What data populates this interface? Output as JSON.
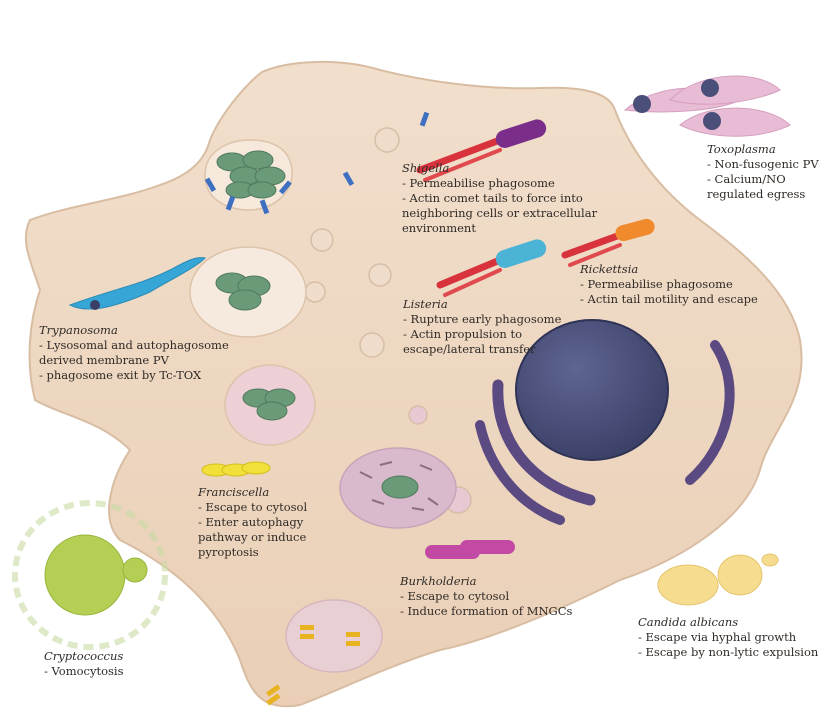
{
  "organisms": {
    "shigella": {
      "name": "Shigella",
      "lines": [
        "- Permeabilise phagosome",
        "- Actin comet tails to force into",
        "neighboring cells or extracellular",
        "environment"
      ]
    },
    "toxoplasma": {
      "name": "Toxoplasma",
      "lines": [
        "- Non-fusogenic PV",
        "- Calcium/NO",
        "regulated egress"
      ]
    },
    "rickettsia": {
      "name": "Rickettsia",
      "lines": [
        "- Permeabilise phagosome",
        "- Actin tail motility and escape"
      ]
    },
    "listeria": {
      "name": "Listeria",
      "lines": [
        "- Rupture early phagosome",
        "- Actin propulsion to",
        "escape/lateral transfer"
      ]
    },
    "trypanosoma": {
      "name": "Trypanosoma",
      "lines": [
        "- Lysosomal and autophagosome",
        "derived membrane PV",
        "- phagosome exit by Tc-TOX"
      ]
    },
    "francisella": {
      "name": "Franciscella",
      "lines": [
        "- Escape to cytosol",
        "- Enter autophagy",
        "pathway or induce",
        "pyroptosis"
      ]
    },
    "burkholderia": {
      "name": "Burkholderia",
      "lines": [
        "- Escape to cytosol",
        "- Induce formation of MNGCs"
      ]
    },
    "candida": {
      "name": "Candida albicans",
      "lines": [
        "- Escape via hyphal growth",
        "- Escape by non-lytic expulsion"
      ]
    },
    "cryptococcus": {
      "name": "Cryptococcus",
      "lines": [
        "- Vomocytosis"
      ]
    }
  },
  "colors": {
    "cell": "#eed9c4",
    "cell_edge": "#d2b59a",
    "nucleus": "#4a4f7a",
    "er": "#5b4a82",
    "bacteria_green": "#6b9a78",
    "shigella": "#7a2e8a",
    "listeria": "#4bb3d6",
    "rickettsia": "#f08a2c",
    "actin": "#d8333d",
    "toxoplasma": "#e9bcd6",
    "trypanosoma": "#36a6d6",
    "francisella": "#f2e03a",
    "burkholderia": "#c24aa5",
    "candida": "#f6dc8e",
    "cryptococcus": "#b5cf55",
    "receptor": "#3f6fc0"
  }
}
